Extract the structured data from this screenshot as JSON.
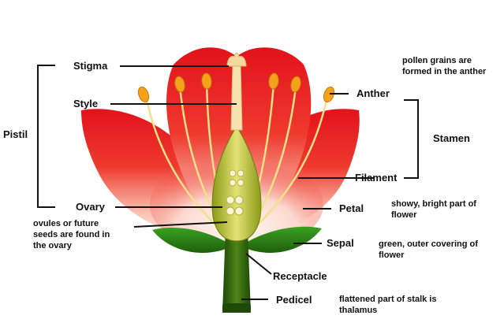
{
  "labels": {
    "stigma": "Stigma",
    "style": "Style",
    "pistil": "Pistil",
    "ovary": "Ovary",
    "anther": "Anther",
    "stamen": "Stamen",
    "filament": "Filament",
    "petal": "Petal",
    "sepal": "Sepal",
    "receptacle": "Receptacle",
    "pedicel": "Pedicel"
  },
  "notes": {
    "anther_1": "pollen grains are",
    "anther_2": "formed in the anther",
    "petal_1": "showy, bright part of",
    "petal_2": "flower",
    "sepal_1": "green, outer covering of",
    "sepal_2": "flower",
    "ovary_1": "ovules or future",
    "ovary_2": "seeds are found in",
    "ovary_3": "the ovary",
    "pedicel_1": "flattened part of stalk is",
    "pedicel_2": "thalamus"
  },
  "colors": {
    "petal_red": "#e8131a",
    "petal_light": "#fbd6cc",
    "stalk_green": "#2f5d0e",
    "sepal_green": "#2f8a1c",
    "anther_yellow": "#f3a21a",
    "style_cream": "#f4e2b0"
  }
}
